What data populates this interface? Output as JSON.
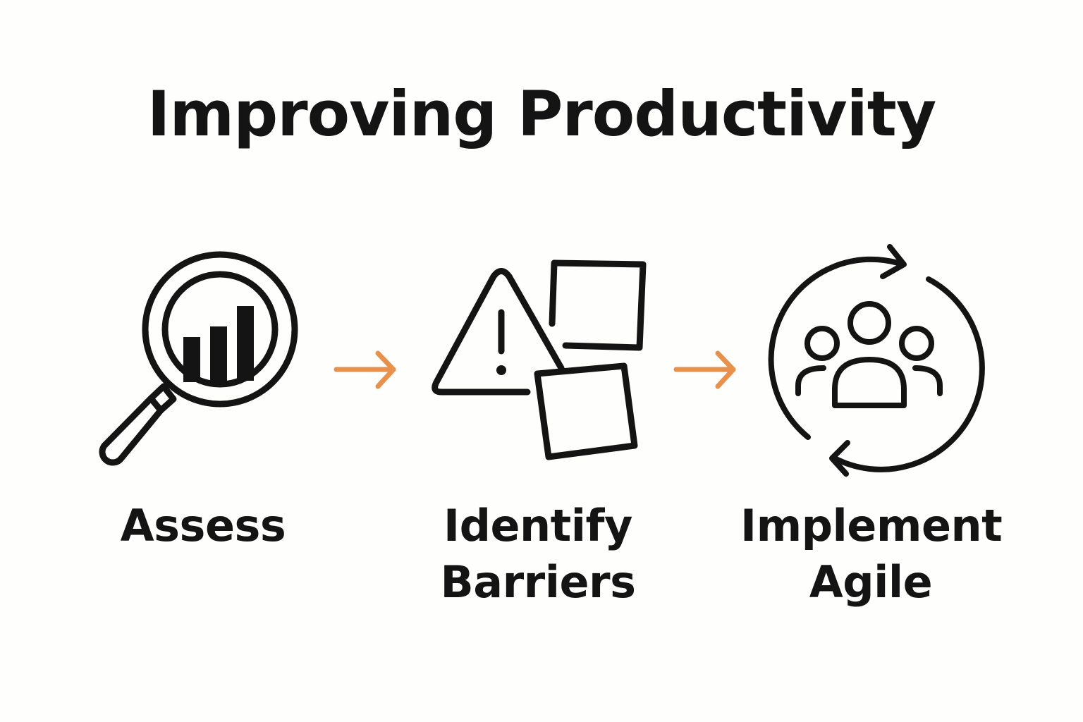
{
  "title": "Improving Productivity",
  "colors": {
    "ink": "#141414",
    "arrow": "#e8914c",
    "background": "#fefefc"
  },
  "steps": [
    {
      "icon": "magnifier-bar-chart-icon",
      "lines": [
        "Assess"
      ]
    },
    {
      "icon": "warning-blocks-icon",
      "lines": [
        "Identify",
        "Barriers"
      ]
    },
    {
      "icon": "team-cycle-icon",
      "lines": [
        "Implement",
        "Agile"
      ]
    }
  ],
  "connectors": [
    "arrow-right-icon",
    "arrow-right-icon"
  ]
}
